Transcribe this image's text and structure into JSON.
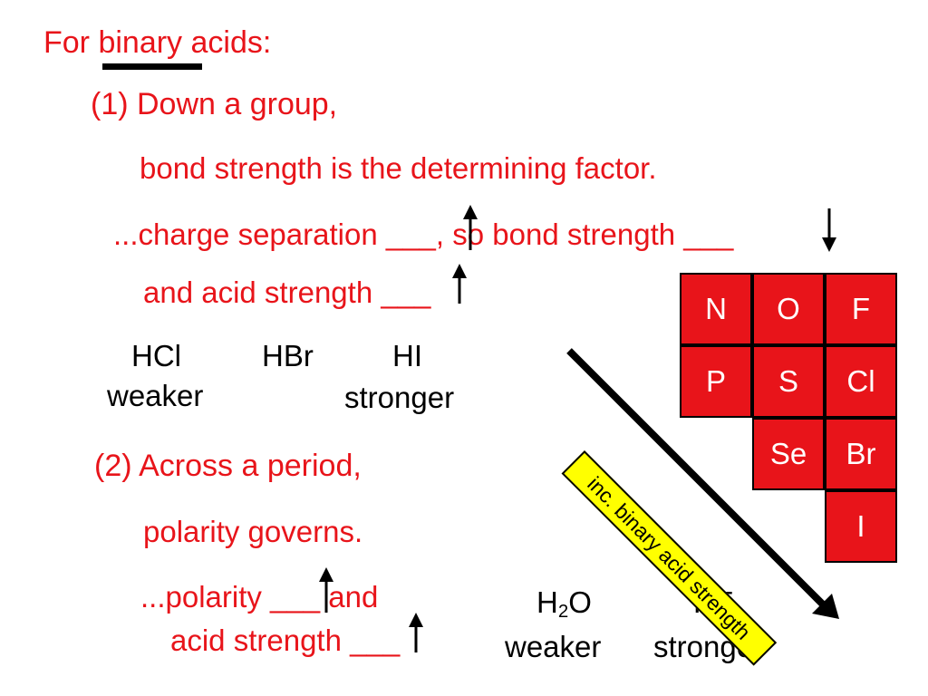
{
  "heading": {
    "prefix": "For ",
    "word": "binary",
    "suffix": " acids:"
  },
  "section1": {
    "title": "(1) Down a group,",
    "line1": "bond strength is the determining factor.",
    "line2a": "...charge separation ___",
    "line2b": ", so bond strength ___",
    "line3": "and acid strength ___"
  },
  "examples1": {
    "a": "HCl",
    "b": "HBr",
    "c": "HI",
    "a_note": "weaker",
    "c_note": "stronger"
  },
  "section2": {
    "title": "(2) Across a period,",
    "line1": "polarity governs.",
    "line2": "...polarity ___ and",
    "line3": "acid strength ___"
  },
  "examples2": {
    "a_main": "H",
    "a_sub": "2",
    "a_end": "O",
    "b": "HF",
    "a_note": "weaker",
    "b_note": "stronger"
  },
  "periodic_table": {
    "row1": [
      "N",
      "O",
      "F"
    ],
    "row2": [
      "P",
      "S",
      "Cl"
    ],
    "row3": [
      "Se",
      "Br"
    ],
    "row4": [
      "I"
    ]
  },
  "banner": "inc. binary acid strength",
  "colors": {
    "accent": "#e8141a",
    "banner": "#ffff00"
  },
  "arrows": {
    "charge_separation": "up",
    "bond_strength": "down",
    "acid_strength_1": "up",
    "polarity": "up",
    "acid_strength_2": "up"
  }
}
